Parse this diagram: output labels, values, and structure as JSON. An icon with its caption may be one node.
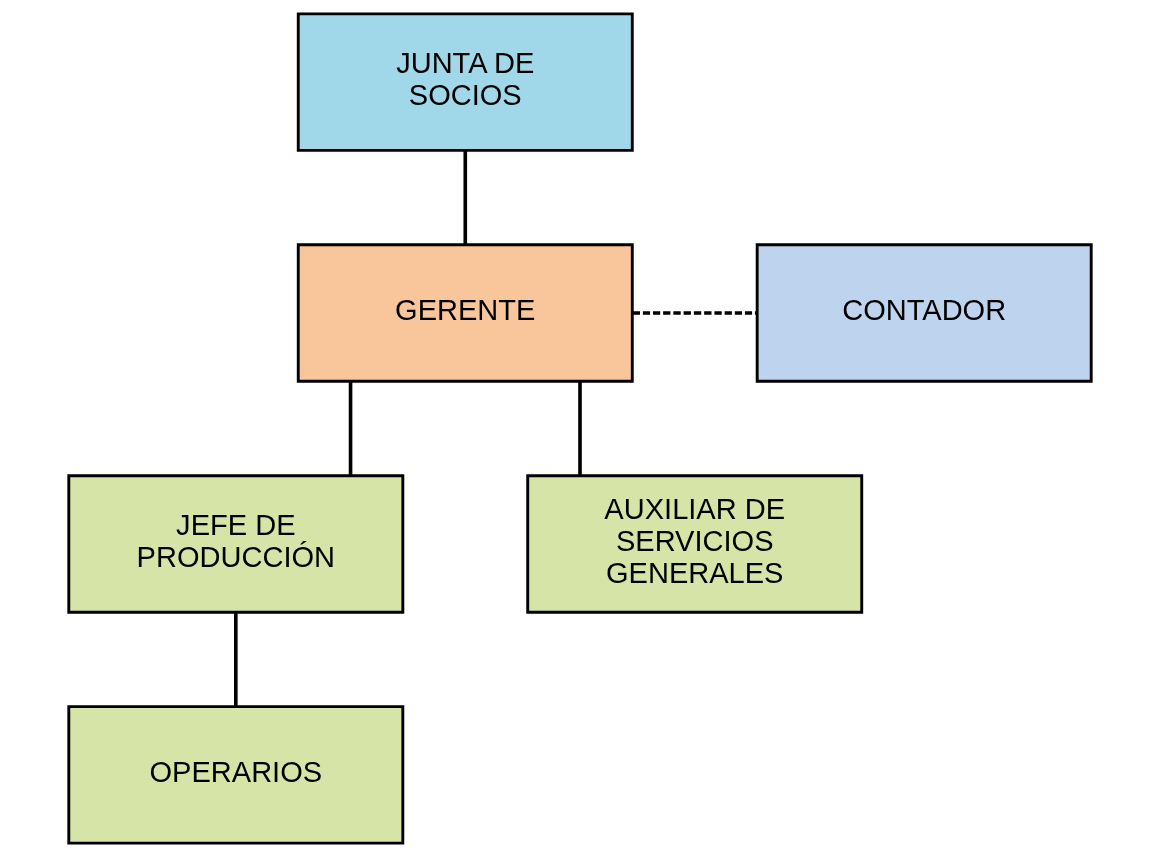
{
  "diagram": {
    "nodes": [
      {
        "text": [
          "JUNTA DE SOCIOS"
        ]
      },
      {
        "text": [
          "GERENTE"
        ]
      },
      {
        "text": [
          "CONTADOR"
        ]
      },
      {
        "text": [
          "JEFE DE PRODUCCIÓN"
        ]
      },
      {
        "text": [
          "AUXILIAR DE SERVICIOS GENERALES"
        ]
      },
      {
        "text": [
          "OPERARIOS"
        ]
      }
    ],
    "edges": [
      {
        "from": 0,
        "to": 1,
        "arrow": "none"
      },
      {
        "from": 1,
        "to": 2,
        "arrow": "none",
        "style": "dashed"
      },
      {
        "from": 1,
        "to": 3,
        "arrow": "none"
      },
      {
        "from": 1,
        "to": 4,
        "arrow": "none"
      },
      {
        "from": 3,
        "to": 5,
        "arrow": "none"
      }
    ]
  }
}
